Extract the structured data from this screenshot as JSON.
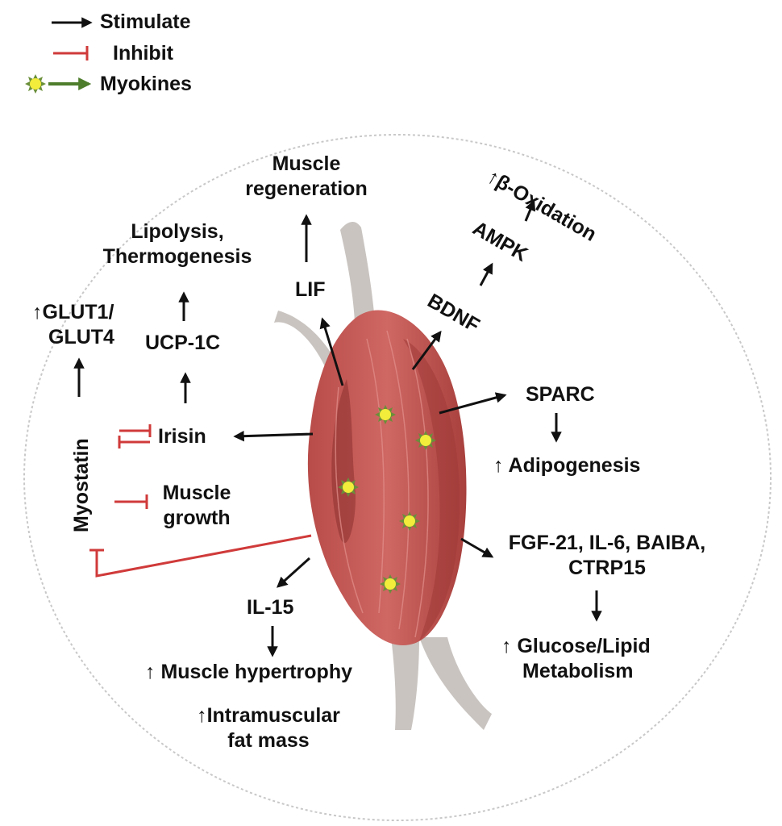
{
  "legend": {
    "stimulate": "Stimulate",
    "inhibit": "Inhibit",
    "myokines": "Myokines"
  },
  "labels": {
    "muscle_regeneration_1": "Muscle",
    "muscle_regeneration_2": "regeneration",
    "lif": "LIF",
    "beta_oxidation": "β-Oxidation",
    "ampk": "AMPK",
    "bdnf": "BDNF",
    "lipolysis_1": "Lipolysis,",
    "lipolysis_2": "Thermogenesis",
    "glut_1": "GLUT1/",
    "glut_2": "GLUT4",
    "ucp": "UCP-1C",
    "irisin": "Irisin",
    "myostatin": "Myostatin",
    "muscle_growth_1": "Muscle",
    "muscle_growth_2": "growth",
    "sparc": "SPARC",
    "adipogenesis": "Adipogenesis",
    "fgf_1": "FGF-21, IL-6, BAIBA,",
    "fgf_2": "CTRP15",
    "glucose_1": "Glucose/Lipid",
    "glucose_2": "Metabolism",
    "il15": "IL-15",
    "hypertrophy": "Muscle hypertrophy",
    "fat_1": "Intramuscular",
    "fat_2": "fat mass"
  },
  "colors": {
    "stimulate": "#111111",
    "inhibit": "#d03a3a",
    "myokine_arrow": "#4e7d2b",
    "myokine_star": "#f2ec3a",
    "muscle": "#c45a56",
    "muscle_dark": "#9e3a38",
    "tendon": "#c9c4c0",
    "circle": "#c8c8c8"
  }
}
